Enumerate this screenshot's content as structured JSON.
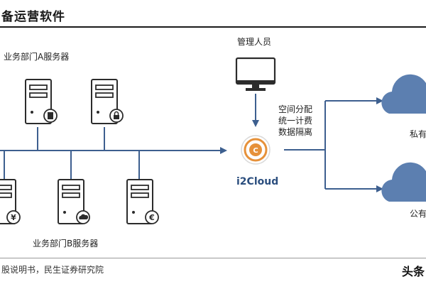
{
  "header": {
    "title": "备运营软件"
  },
  "labels": {
    "dept_a": "业务部门A服务器",
    "dept_b": "业务部门B服务器",
    "admin": "管理人员",
    "features": [
      "空间分配",
      "统一计费",
      "数据隔离"
    ],
    "core": "i2Cloud",
    "private_cloud": "私有",
    "public_cloud": "公有"
  },
  "server_badges": [
    "document-icon",
    "lock-icon",
    "yen-icon",
    "cloud-icon",
    "euro-icon"
  ],
  "footer": {
    "source": "股说明书，民生证券研究院",
    "watermark": "头条"
  },
  "colors": {
    "server_outline": "#2c2c2c",
    "network_line": "#3d5f8f",
    "cloud_fill": "#5c7fb0",
    "core_orange": "#e6913a"
  }
}
